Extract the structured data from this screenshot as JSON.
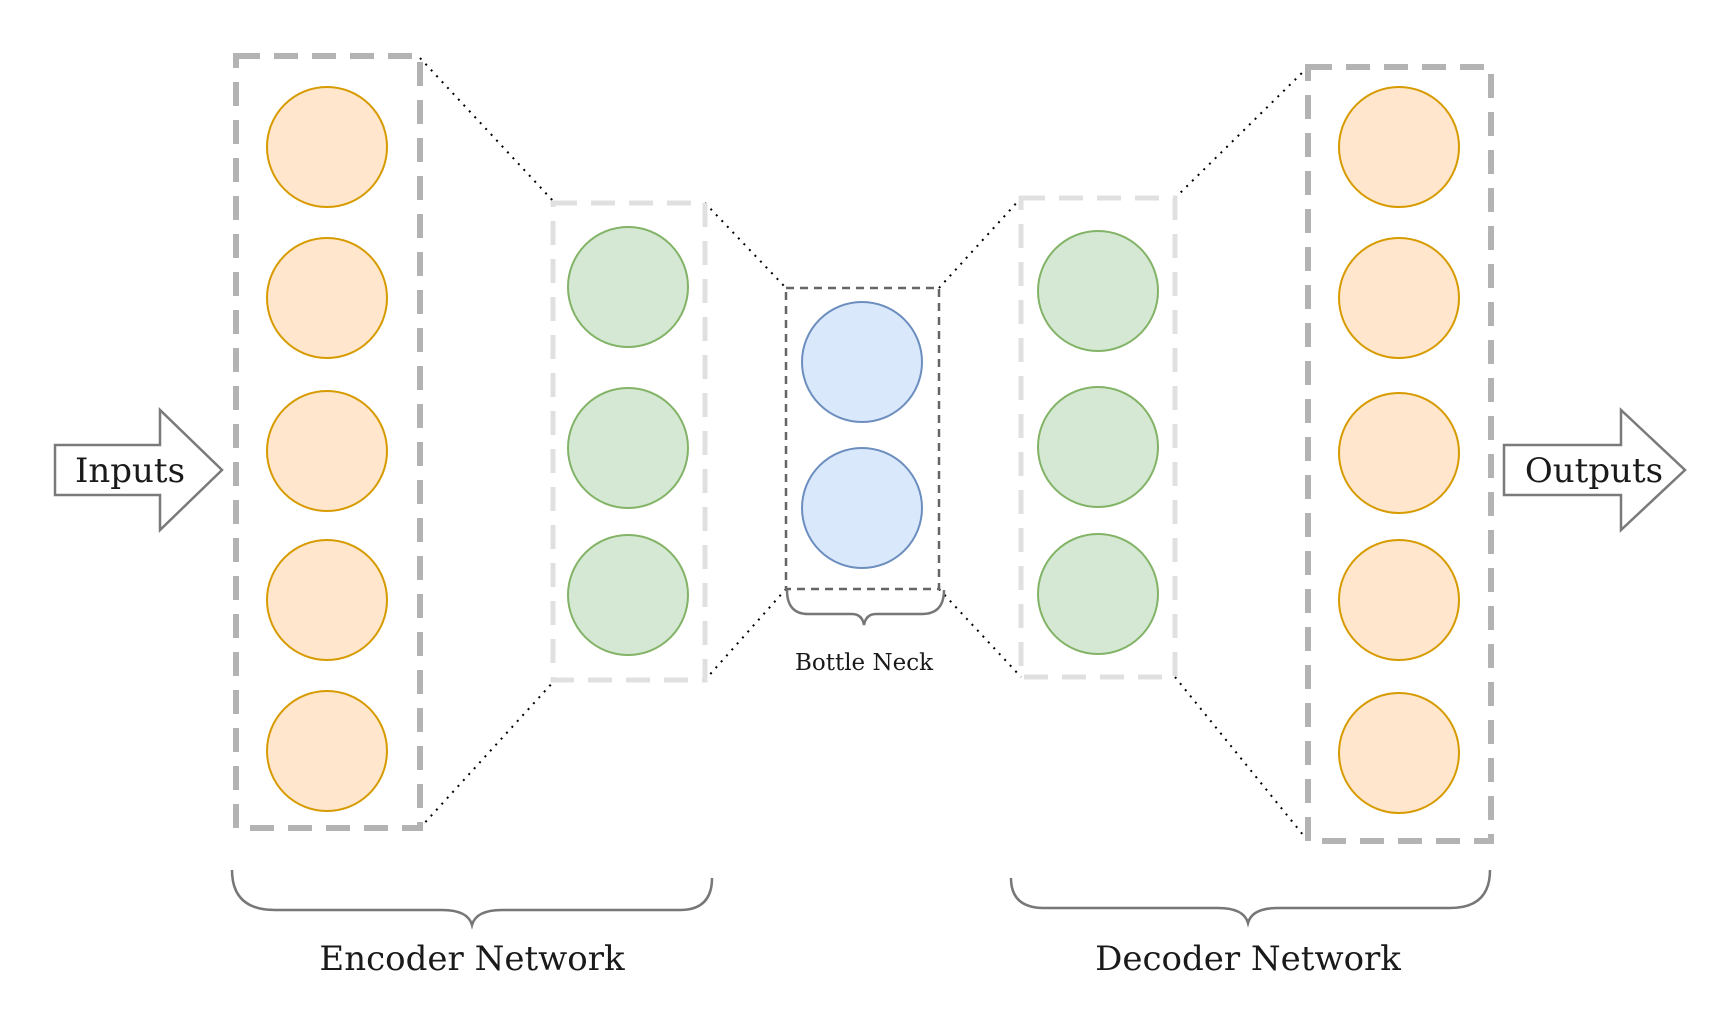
{
  "labels": {
    "inputs": "Inputs",
    "outputs": "Outputs",
    "bottleneck": "Bottle Neck",
    "encoder": "Encoder Network",
    "decoder": "Decoder Network"
  },
  "layers": [
    {
      "name": "input-layer",
      "nodes": 5,
      "fill": "#ffe6cc",
      "stroke": "#d79b00"
    },
    {
      "name": "encoder-hidden-layer",
      "nodes": 3,
      "fill": "#d5e8d4",
      "stroke": "#82b366"
    },
    {
      "name": "bottleneck-layer",
      "nodes": 2,
      "fill": "#dae8fc",
      "stroke": "#6c8ebf"
    },
    {
      "name": "decoder-hidden-layer",
      "nodes": 3,
      "fill": "#d5e8d4",
      "stroke": "#82b366"
    },
    {
      "name": "output-layer",
      "nodes": 5,
      "fill": "#ffe6cc",
      "stroke": "#d79b00"
    }
  ],
  "colors": {
    "outer_box": "#b3b3b3",
    "inner_box": "#e0e0e0",
    "bottleneck_box": "#666666",
    "connector": "#000000",
    "arrow": "#666666",
    "brace": "#777777"
  }
}
